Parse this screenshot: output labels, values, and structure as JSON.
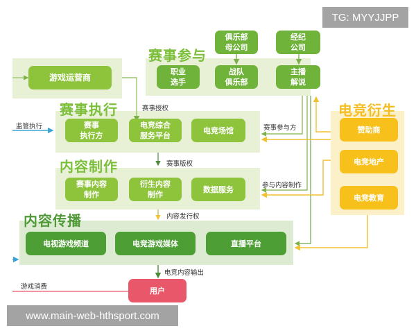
{
  "watermark_top": "TG: MYYJJPP",
  "watermark_bottom": "www.main-web-hthsport.com",
  "colors": {
    "lime": "#8dc43b",
    "dark_green": "#4d9e34",
    "orange": "#f7c01a",
    "red": "#e8586a",
    "blue_arrow": "#3aa3d6",
    "panel_bg": "#e8f1d6",
    "yellow_panel_bg": "#fbf0c8"
  },
  "sections": {
    "participation": {
      "title": "赛事参与",
      "parents": [
        "俱乐部\n母公司",
        "经纪\n公司"
      ],
      "nodes": [
        "职业\n选手",
        "战队\n俱乐部",
        "主播\n解说"
      ]
    },
    "operator": {
      "node": "游戏运营商"
    },
    "execution": {
      "title": "赛事执行",
      "nodes": [
        "赛事\n执行方",
        "电竞综合\n服务平台",
        "电竞场馆"
      ]
    },
    "production": {
      "title": "内容制作",
      "nodes": [
        "赛事内容\n制作",
        "衍生内容\n制作",
        "数据服务"
      ]
    },
    "distribution": {
      "title": "内容传播",
      "nodes": [
        "电视游戏频道",
        "电竞游戏媒体",
        "直播平台"
      ]
    },
    "derivatives": {
      "title": "电竞衍生",
      "nodes": [
        "赞助商",
        "电竞地产",
        "电竞教育"
      ]
    },
    "user": {
      "node": "用户"
    }
  },
  "labels": {
    "event_authorization": "赛事授权",
    "supervision": "监管执行",
    "event_copyright": "赛事版权",
    "participants": "赛事参与方",
    "content_participation": "参与内容制作",
    "distribution_rights": "内容发行权",
    "content_output": "电竞内容输出",
    "game_consumption": "游戏消费"
  }
}
